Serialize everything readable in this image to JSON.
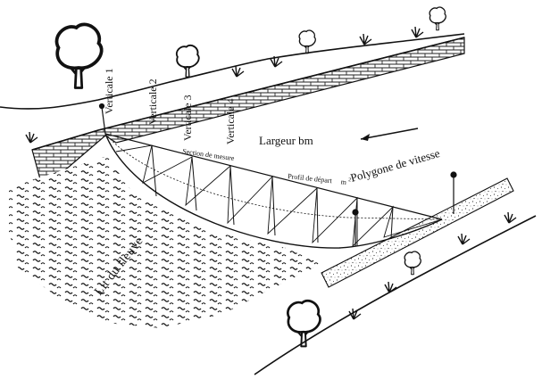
{
  "diagram": {
    "labels": {
      "vertical_1": "Verticale 1",
      "vertical_2": "Verticale 2",
      "vertical_3": "Verticale 3",
      "vertical_4": "Verticale 4",
      "width": "Largeur bm",
      "measurement_section": "Section de mesure",
      "start_profile": "Profil de départ",
      "unit": "m",
      "unit_sup": "2",
      "velocity_polygon": "Polygone de vitesse",
      "riverbed": "Lit du fleuve"
    },
    "colors": {
      "ink": "#111111",
      "background": "#ffffff"
    },
    "icons": [
      "tree-icon",
      "grass-tuft-icon",
      "flow-arrow-icon"
    ]
  }
}
